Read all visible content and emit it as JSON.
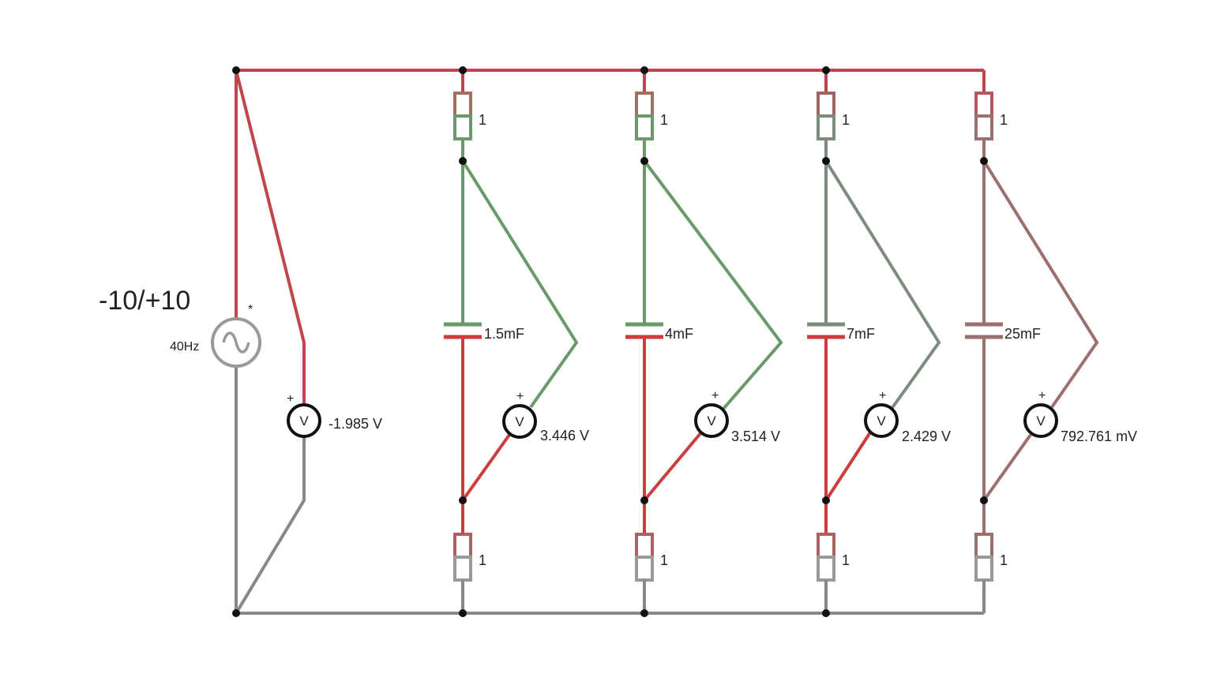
{
  "colors": {
    "background": "#ffffff",
    "hot_wire": "#c0464e",
    "ground_wire": "#888888",
    "dark_green": "#6a9a6a",
    "green_gray": "#7d8c7d",
    "mauve": "#9a7070",
    "red": "#cc3d3d",
    "node": "#111111"
  },
  "source": {
    "amplitude_label": "-10/+10",
    "frequency_label": "40Hz",
    "star_mark": "*",
    "icon": "ac-sine-icon"
  },
  "source_meter": {
    "glyph": "V",
    "plus": "+",
    "reading": "-1.985 V"
  },
  "branches": [
    {
      "top_resistor_label": "1",
      "capacitor_label": "1.5mF",
      "bottom_resistor_label": "1",
      "meter_glyph": "V",
      "meter_plus": "+",
      "meter_reading": "3.446 V"
    },
    {
      "top_resistor_label": "1",
      "capacitor_label": "4mF",
      "bottom_resistor_label": "1",
      "meter_glyph": "V",
      "meter_plus": "+",
      "meter_reading": "3.514 V"
    },
    {
      "top_resistor_label": "1",
      "capacitor_label": "7mF",
      "bottom_resistor_label": "1",
      "meter_glyph": "V",
      "meter_plus": "+",
      "meter_reading": "2.429 V"
    },
    {
      "top_resistor_label": "1",
      "capacitor_label": "25mF",
      "bottom_resistor_label": "1",
      "meter_glyph": "V",
      "meter_plus": "+",
      "meter_reading": "792.761 mV"
    }
  ]
}
